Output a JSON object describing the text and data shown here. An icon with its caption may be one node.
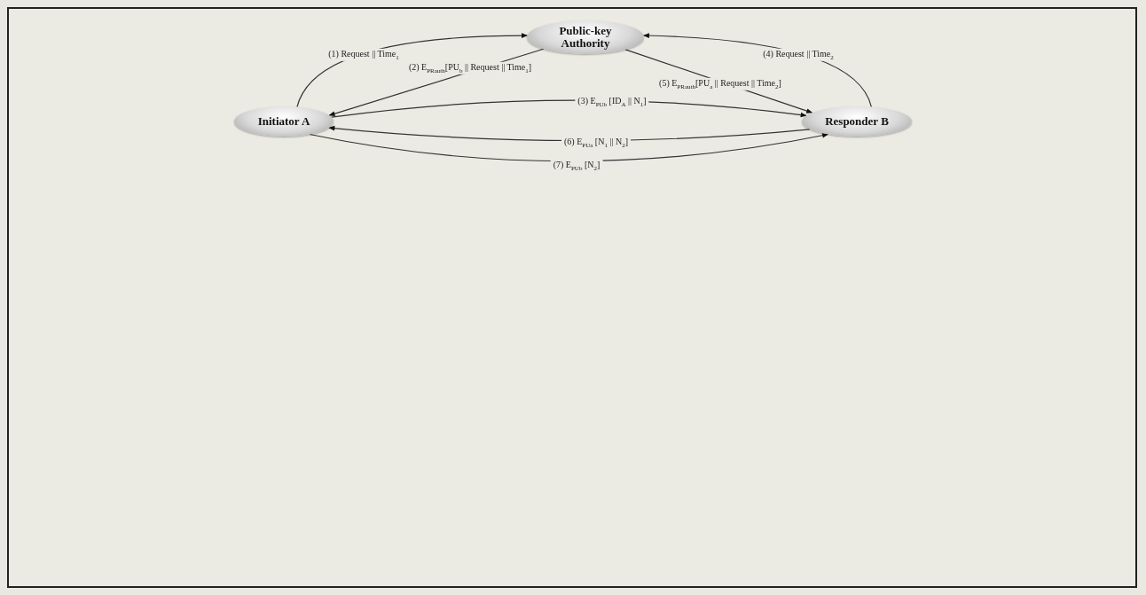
{
  "diagram": {
    "nodes": [
      {
        "text": [
          "Public-key Authority"
        ]
      },
      {
        "text": [
          "Initiator A"
        ]
      },
      {
        "text": [
          "Responder B"
        ]
      }
    ],
    "edges": [
      {
        "from": 1,
        "to": 0,
        "arrow": "to",
        "label": "(1) Request || Time$_{1}$"
      },
      {
        "from": 0,
        "to": 1,
        "arrow": "to",
        "label": "(2) E$_{PRauth}$[PU$_{b}$ || Request || Time$_{1}$]"
      },
      {
        "from": 1,
        "to": 2,
        "arrow": "to",
        "label": "(3) E$_{PUb}$ [ID$_{A}$ || N$_{1}$]"
      },
      {
        "from": 2,
        "to": 0,
        "arrow": "to",
        "label": "(4) Request || Time$_{2}$"
      },
      {
        "from": 0,
        "to": 2,
        "arrow": "to",
        "label": "(5) E$_{PRauth}$[PU$_{a}$ || Request || Time$_{2}$]"
      },
      {
        "from": 2,
        "to": 1,
        "arrow": "to",
        "label": "(6) E$_{PUa}$ [N$_{1}$ || N$_{2}$]"
      },
      {
        "from": 1,
        "to": 2,
        "arrow": "to",
        "label": "(7) E$_{PUb}$ [N$_{2}$]"
      }
    ]
  }
}
